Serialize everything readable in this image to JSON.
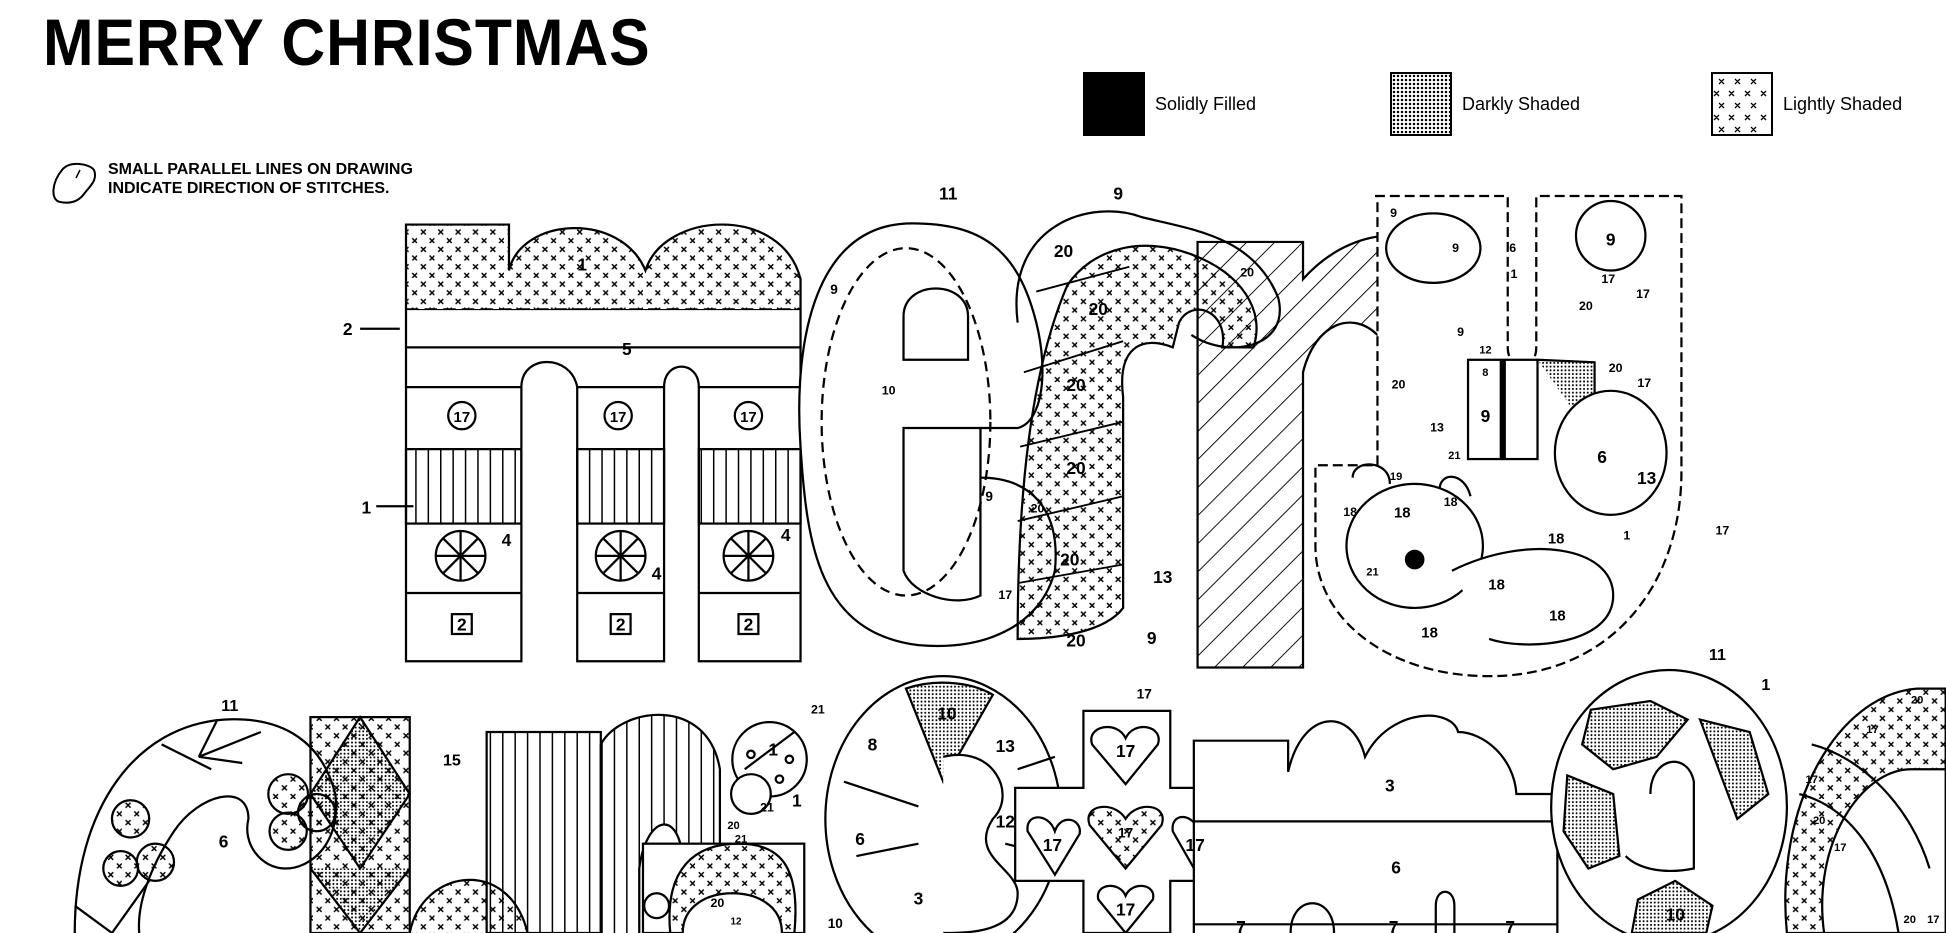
{
  "title": "MERRY CHRISTMAS",
  "legend": [
    {
      "label": "Solidly Filled",
      "fill": "#000000"
    },
    {
      "label": "Darkly Shaded"
    },
    {
      "label": "Lightly Shaded"
    }
  ],
  "note": {
    "line1": "SMALL PARALLEL LINES ON DRAWING",
    "line2": "INDICATE DIRECTION OF STITCHES."
  },
  "diagram": {
    "labels": [
      "1",
      "2",
      "5",
      "17",
      "17",
      "17",
      "1",
      "4",
      "4",
      "4",
      "2",
      "2",
      "2",
      "11",
      "9",
      "10",
      "9",
      "20",
      "17",
      "9",
      "20",
      "20",
      "20",
      "20",
      "20",
      "20",
      "20",
      "9",
      "13",
      "9",
      "6",
      "1",
      "9",
      "9",
      "12",
      "8",
      "9",
      "20",
      "13",
      "21",
      "6",
      "13",
      "9",
      "17",
      "20",
      "17",
      "20",
      "17",
      "19",
      "18",
      "18",
      "18",
      "21",
      "18",
      "18",
      "18",
      "18",
      "1",
      "17",
      "11",
      "6",
      "15",
      "21",
      "1",
      "1",
      "21",
      "20",
      "21",
      "20",
      "10",
      "12",
      "10",
      "8",
      "13",
      "6",
      "12",
      "3",
      "17",
      "17",
      "17",
      "17",
      "17",
      "17",
      "3",
      "6",
      "7",
      "7",
      "7",
      "11",
      "1",
      "10",
      "20",
      "17",
      "17",
      "20",
      "17",
      "20",
      "17"
    ]
  }
}
